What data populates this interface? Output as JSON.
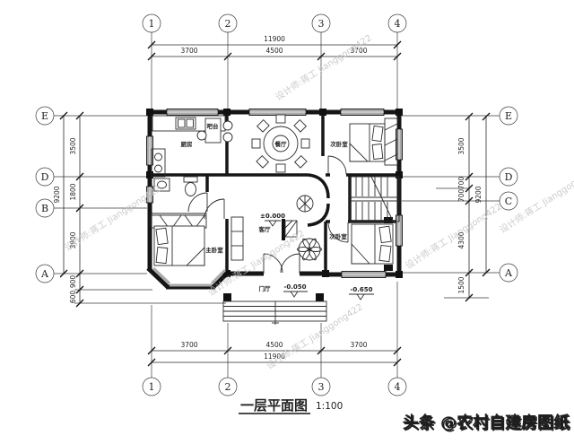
{
  "drawing": {
    "title": "一层平面图",
    "scale": "1:100",
    "colors": {
      "line": "#1f1f1f",
      "window_fill": "#a9a9a9",
      "watermark_gray": "#c6c6c6",
      "watermark_red": "#9d382e"
    }
  },
  "grid": {
    "cols": [
      "1",
      "2",
      "3",
      "4"
    ],
    "rows_left": [
      "E",
      "D",
      "B",
      "A"
    ],
    "rows_right": [
      "E",
      "D",
      "C",
      "A"
    ]
  },
  "dimensions": {
    "h_total": "11900",
    "h_segments": [
      "3700",
      "4500",
      "3700"
    ],
    "left": {
      "total": "9200",
      "segments": [
        "3500",
        "1800",
        "3900"
      ],
      "below": [
        "900",
        "600"
      ]
    },
    "right": {
      "total": "9200",
      "segments": [
        "3500",
        "700",
        "700",
        "4300"
      ],
      "below": [
        "1500"
      ]
    }
  },
  "rooms": {
    "kitchen": "厨房",
    "bar": "吧台",
    "dining": "餐厅",
    "bedroom": "次卧室",
    "master_bedroom": "主卧室",
    "living": "客厅",
    "foyer": "门厅"
  },
  "levels": {
    "main": "±0.000",
    "foyer": "-0.050",
    "outdoor": "-0.650"
  },
  "watermarks": {
    "designer": "设计师:蒋工 Jianggong422",
    "brand": "头条 @农村自建房图纸"
  }
}
